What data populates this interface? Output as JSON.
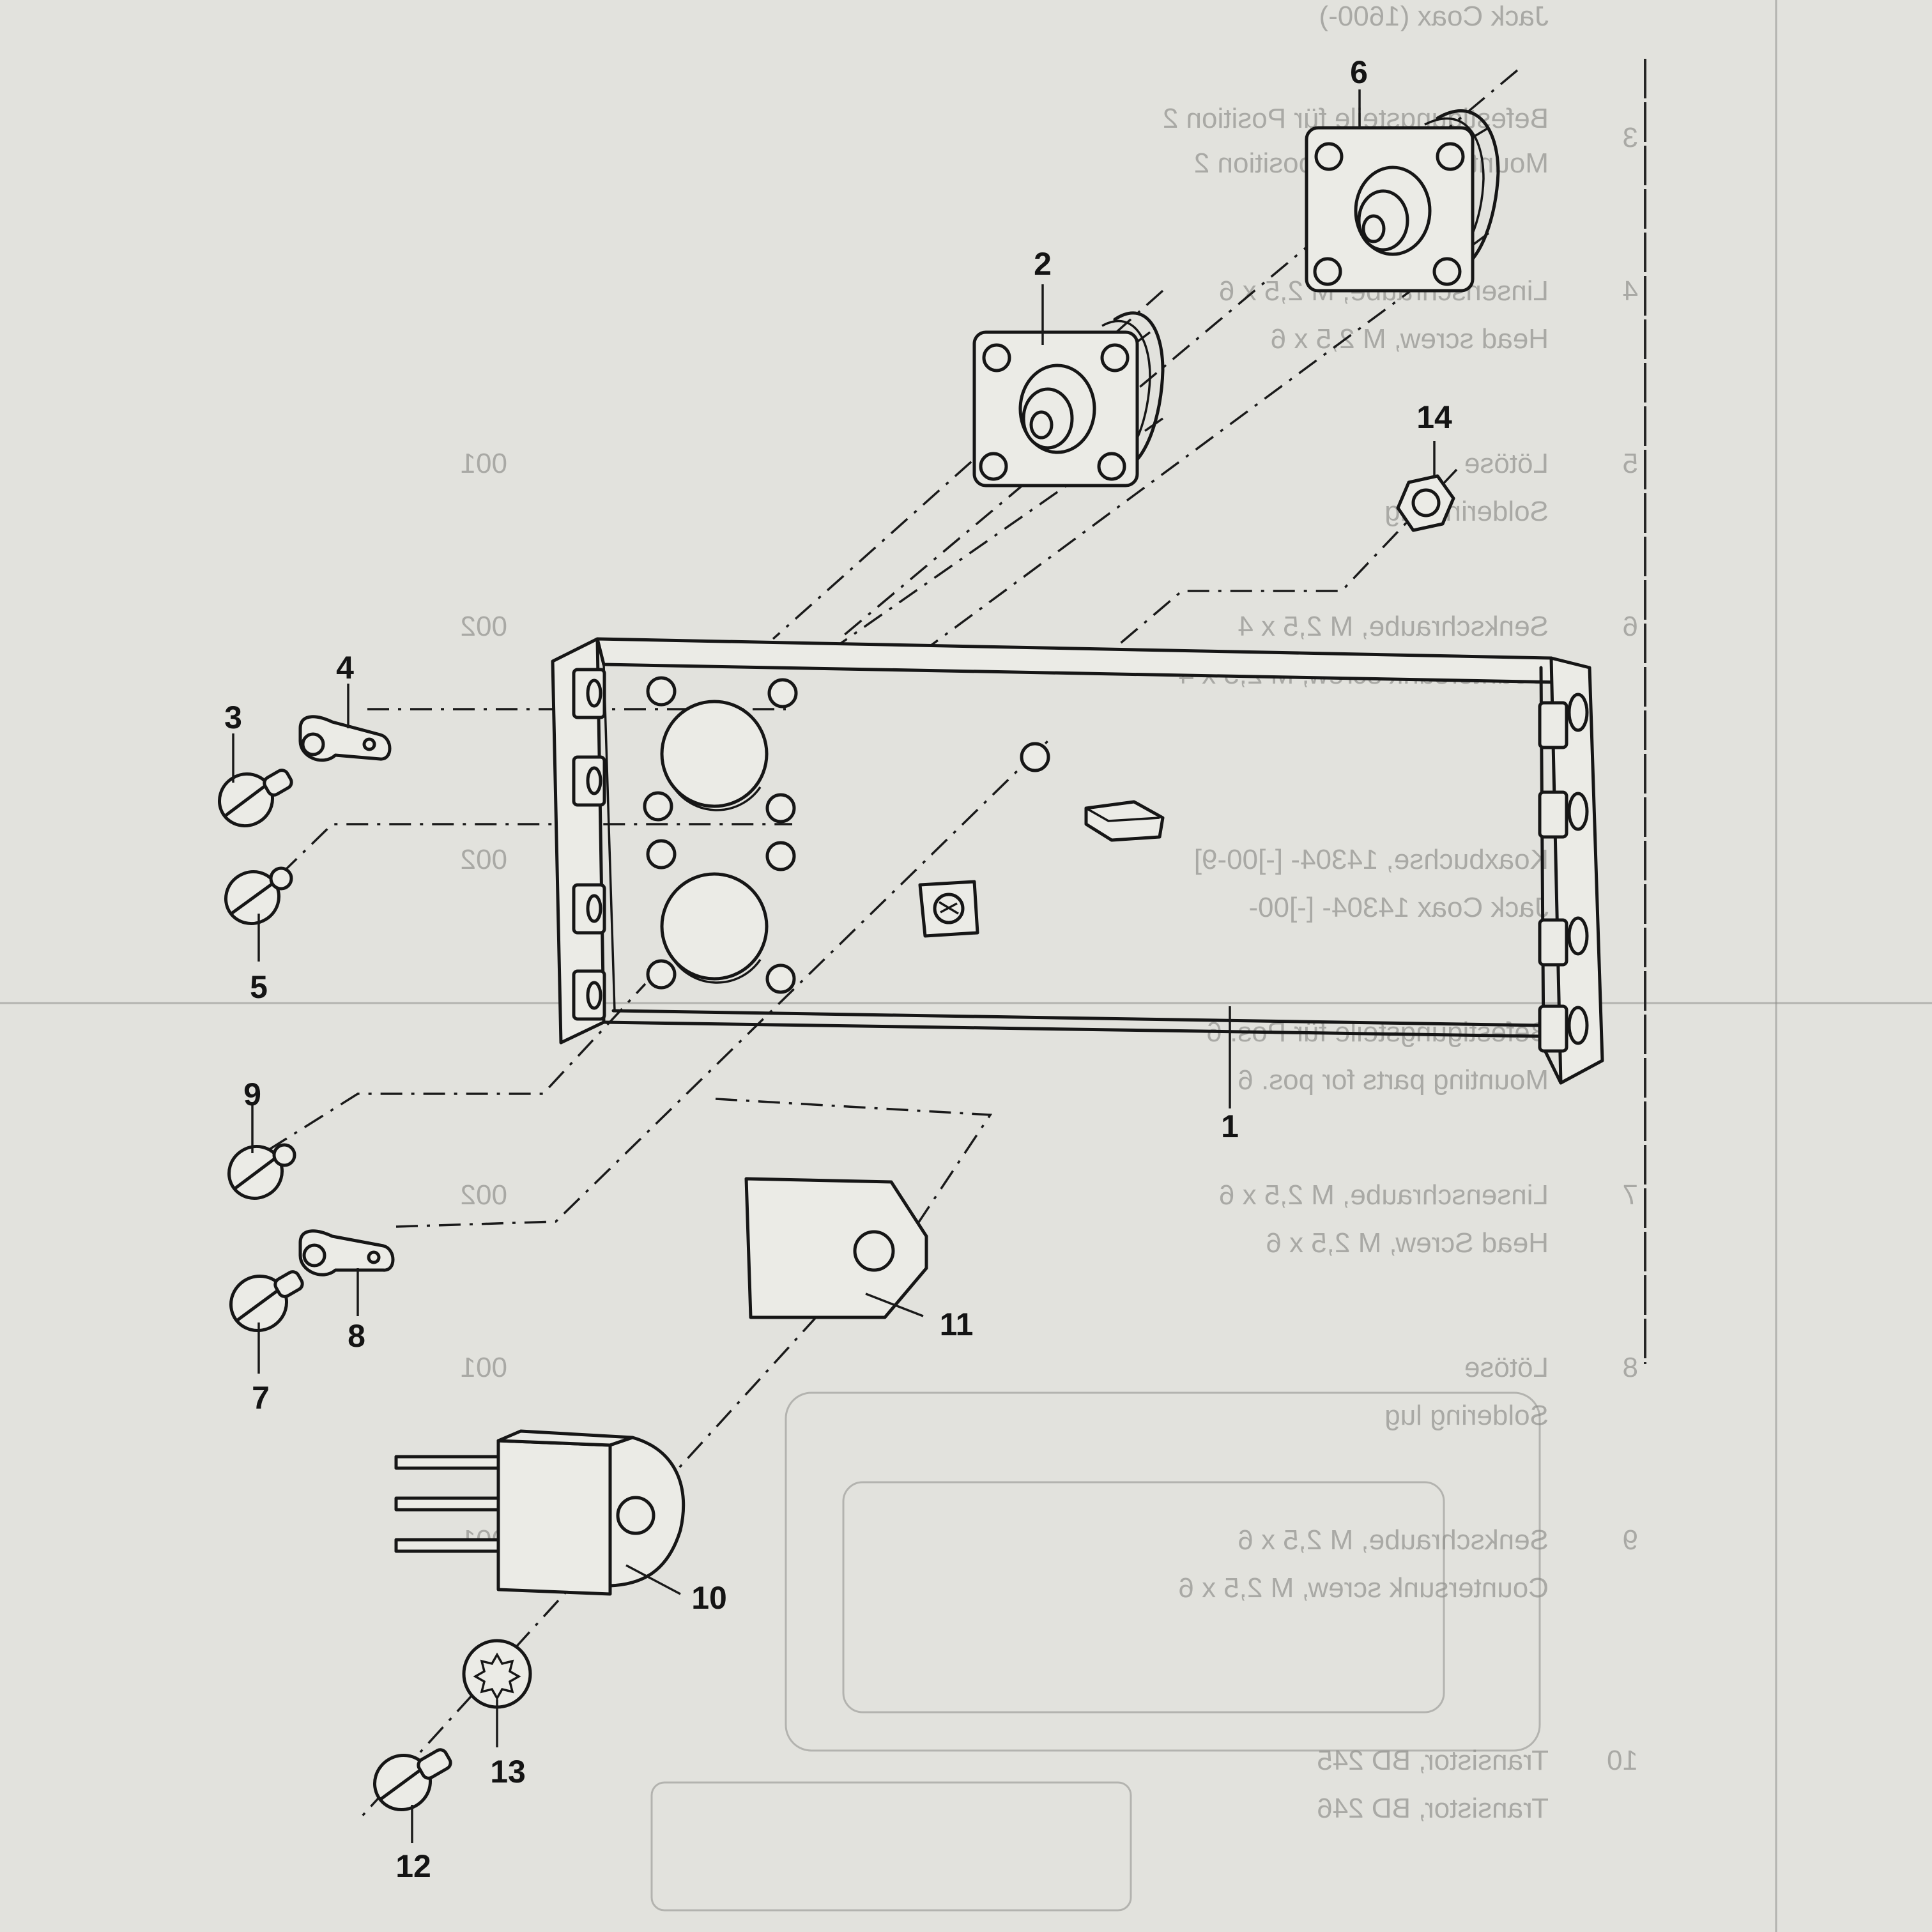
{
  "diagram": {
    "callouts": [
      {
        "id": "1",
        "label": "1"
      },
      {
        "id": "2",
        "label": "2"
      },
      {
        "id": "3",
        "label": "3"
      },
      {
        "id": "4",
        "label": "4"
      },
      {
        "id": "5",
        "label": "5"
      },
      {
        "id": "6",
        "label": "6"
      },
      {
        "id": "7",
        "label": "7"
      },
      {
        "id": "8",
        "label": "8"
      },
      {
        "id": "9",
        "label": "9"
      },
      {
        "id": "10",
        "label": "10"
      },
      {
        "id": "11",
        "label": "11"
      },
      {
        "id": "12",
        "label": "12"
      },
      {
        "id": "13",
        "label": "13"
      },
      {
        "id": "14",
        "label": "14"
      }
    ]
  },
  "bleed_through": {
    "lines": [
      {
        "text": "Jack Coax (1600-)"
      },
      {
        "text": "Befestigungsteile für Position 2"
      },
      {
        "text": "Mounting parts for position 2"
      },
      {
        "text": "Linsenschraube, M 2,5 x 6"
      },
      {
        "text": "Head screw, M 2,5 x 6"
      },
      {
        "text": "Lötöse"
      },
      {
        "text": "Soldering lug"
      },
      {
        "text": "Senkschraube, M 2,5 x 4"
      },
      {
        "text": "Countersunk screw, M 2,5 x 4"
      },
      {
        "text": "Koaxbuchse, 14304- [-]00-9]"
      },
      {
        "text": "Jack Coax 14304- [-]00-"
      },
      {
        "text": "Befestigungsteile für Pos. 6"
      },
      {
        "text": "Mounting parts for pos. 6"
      },
      {
        "text": "Linsenschraube, M 2,5 x 6"
      },
      {
        "text": "Head Screw, M 2,5 x 6"
      },
      {
        "text": "Lötöse"
      },
      {
        "text": "Soldering lug"
      },
      {
        "text": "Senkschraube, M 2,5 x 6"
      },
      {
        "text": "Countersunk screw, M 2,5 x 6"
      },
      {
        "text": "Transistor, BD 245"
      },
      {
        "text": "Transistor, BD 246"
      }
    ],
    "item_numbers": [
      "3",
      "4",
      "5",
      "6",
      "7",
      "8",
      "9",
      "10"
    ],
    "codes": [
      "001",
      "002",
      "002",
      "002",
      "001",
      "001"
    ]
  }
}
